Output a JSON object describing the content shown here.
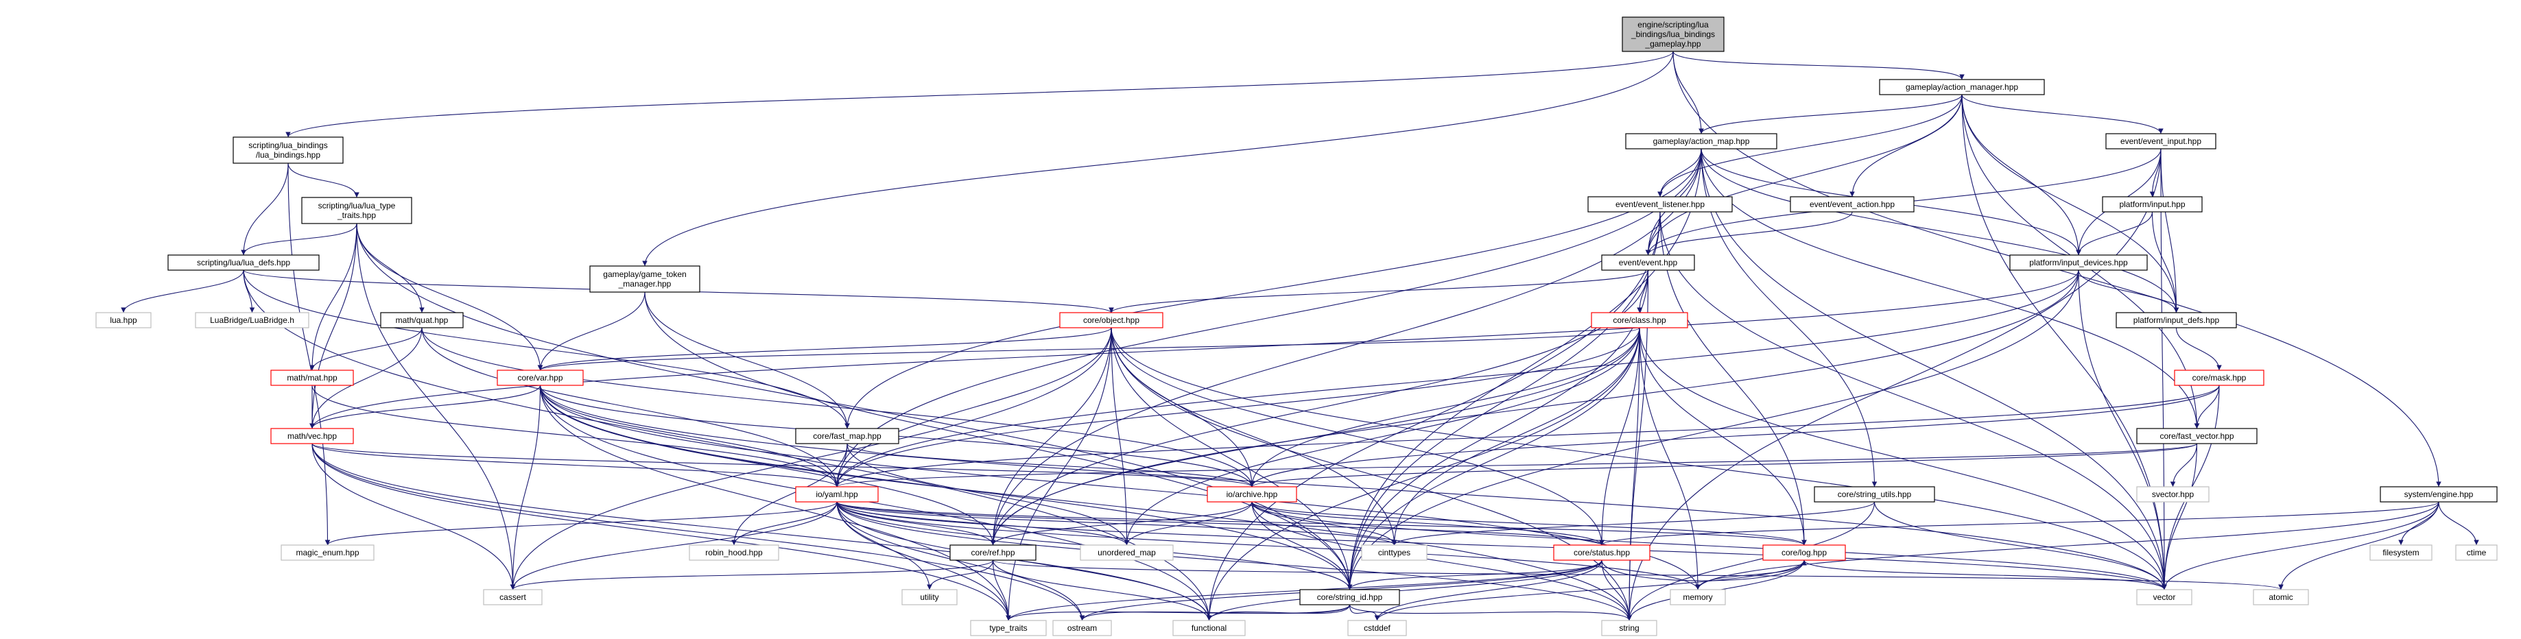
{
  "diagram": {
    "colors": {
      "edge": "#191970",
      "root_fill": "#bfbfbf",
      "box_stroke_normal": "#000000",
      "box_stroke_truncated": "#ff0000",
      "box_stroke_system": "#bfbfbf",
      "text": "#000000"
    },
    "nodes": [
      {
        "id": "root",
        "kind": "root",
        "lines": [
          "engine/scripting/lua",
          "_bindings/lua_bindings",
          "_gameplay.hpp"
        ]
      },
      {
        "id": "lua_bindings",
        "kind": "normal",
        "lines": [
          "scripting/lua_bindings",
          "/lua_bindings.hpp"
        ]
      },
      {
        "id": "game_token",
        "kind": "normal",
        "lines": [
          "gameplay/game_token",
          "_manager.hpp"
        ]
      },
      {
        "id": "action_manager",
        "kind": "normal",
        "lines": [
          "gameplay/action_manager.hpp"
        ]
      },
      {
        "id": "action_map",
        "kind": "normal",
        "lines": [
          "gameplay/action_map.hpp"
        ]
      },
      {
        "id": "event_input",
        "kind": "normal",
        "lines": [
          "event/event_input.hpp"
        ]
      },
      {
        "id": "lua_type_traits",
        "kind": "normal",
        "lines": [
          "scripting/lua/lua_type",
          "_traits.hpp"
        ]
      },
      {
        "id": "lua_defs",
        "kind": "normal",
        "lines": [
          "scripting/lua/lua_defs.hpp"
        ]
      },
      {
        "id": "event_listener",
        "kind": "normal",
        "lines": [
          "event/event_listener.hpp"
        ]
      },
      {
        "id": "event_action",
        "kind": "normal",
        "lines": [
          "event/event_action.hpp"
        ]
      },
      {
        "id": "platform_input",
        "kind": "normal",
        "lines": [
          "platform/input.hpp"
        ]
      },
      {
        "id": "event_event",
        "kind": "normal",
        "lines": [
          "event/event.hpp"
        ]
      },
      {
        "id": "input_devices",
        "kind": "normal",
        "lines": [
          "platform/input_devices.hpp"
        ]
      },
      {
        "id": "input_defs",
        "kind": "normal",
        "lines": [
          "platform/input_defs.hpp"
        ]
      },
      {
        "id": "lua_hpp",
        "kind": "system",
        "lines": [
          "lua.hpp"
        ]
      },
      {
        "id": "luabridge",
        "kind": "system",
        "lines": [
          "LuaBridge/LuaBridge.h"
        ]
      },
      {
        "id": "math_quat",
        "kind": "normal",
        "lines": [
          "math/quat.hpp"
        ]
      },
      {
        "id": "core_object",
        "kind": "truncated",
        "lines": [
          "core/object.hpp"
        ]
      },
      {
        "id": "core_class",
        "kind": "truncated",
        "lines": [
          "core/class.hpp"
        ]
      },
      {
        "id": "core_var",
        "kind": "truncated",
        "lines": [
          "core/var.hpp"
        ]
      },
      {
        "id": "math_mat",
        "kind": "truncated",
        "lines": [
          "math/mat.hpp"
        ]
      },
      {
        "id": "core_mask",
        "kind": "truncated",
        "lines": [
          "core/mask.hpp"
        ]
      },
      {
        "id": "math_vec",
        "kind": "truncated",
        "lines": [
          "math/vec.hpp"
        ]
      },
      {
        "id": "fast_map",
        "kind": "normal",
        "lines": [
          "core/fast_map.hpp"
        ]
      },
      {
        "id": "fast_vector",
        "kind": "normal",
        "lines": [
          "core/fast_vector.hpp"
        ]
      },
      {
        "id": "io_yaml",
        "kind": "truncated",
        "lines": [
          "io/yaml.hpp"
        ]
      },
      {
        "id": "io_archive",
        "kind": "truncated",
        "lines": [
          "io/archive.hpp"
        ]
      },
      {
        "id": "string_utils",
        "kind": "normal",
        "lines": [
          "core/string_utils.hpp"
        ]
      },
      {
        "id": "system_engine",
        "kind": "normal",
        "lines": [
          "system/engine.hpp"
        ]
      },
      {
        "id": "svector",
        "kind": "system",
        "lines": [
          "svector.hpp"
        ]
      },
      {
        "id": "filesystem",
        "kind": "system",
        "lines": [
          "filesystem"
        ]
      },
      {
        "id": "ctime",
        "kind": "system",
        "lines": [
          "ctime"
        ]
      },
      {
        "id": "magic_enum",
        "kind": "system",
        "lines": [
          "magic_enum.hpp"
        ]
      },
      {
        "id": "robin_hood",
        "kind": "system",
        "lines": [
          "robin_hood.hpp"
        ]
      },
      {
        "id": "unordered_map",
        "kind": "system",
        "lines": [
          "unordered_map"
        ]
      },
      {
        "id": "cinttypes",
        "kind": "system",
        "lines": [
          "cinttypes"
        ]
      },
      {
        "id": "core_status",
        "kind": "truncated",
        "lines": [
          "core/status.hpp"
        ]
      },
      {
        "id": "core_log",
        "kind": "truncated",
        "lines": [
          "core/log.hpp"
        ]
      },
      {
        "id": "core_ref",
        "kind": "normal",
        "lines": [
          "core/ref.hpp"
        ]
      },
      {
        "id": "cassert",
        "kind": "system",
        "lines": [
          "cassert"
        ]
      },
      {
        "id": "utility",
        "kind": "system",
        "lines": [
          "utility"
        ]
      },
      {
        "id": "memory",
        "kind": "system",
        "lines": [
          "memory"
        ]
      },
      {
        "id": "vector",
        "kind": "system",
        "lines": [
          "vector"
        ]
      },
      {
        "id": "atomic",
        "kind": "system",
        "lines": [
          "atomic"
        ]
      },
      {
        "id": "string_id",
        "kind": "normal",
        "lines": [
          "core/string_id.hpp"
        ]
      },
      {
        "id": "type_traits",
        "kind": "system",
        "lines": [
          "type_traits"
        ]
      },
      {
        "id": "ostream",
        "kind": "system",
        "lines": [
          "ostream"
        ]
      },
      {
        "id": "functional",
        "kind": "system",
        "lines": [
          "functional"
        ]
      },
      {
        "id": "cstddef",
        "kind": "system",
        "lines": [
          "cstddef"
        ]
      },
      {
        "id": "string",
        "kind": "system",
        "lines": [
          "string"
        ]
      }
    ],
    "edges": [
      [
        "root",
        "lua_bindings"
      ],
      [
        "root",
        "game_token"
      ],
      [
        "root",
        "action_map"
      ],
      [
        "root",
        "action_manager"
      ],
      [
        "root",
        "system_engine"
      ],
      [
        "lua_bindings",
        "lua_type_traits"
      ],
      [
        "lua_bindings",
        "lua_defs"
      ],
      [
        "lua_bindings",
        "magic_enum"
      ],
      [
        "lua_type_traits",
        "lua_defs"
      ],
      [
        "lua_type_traits",
        "math_quat"
      ],
      [
        "lua_type_traits",
        "core_var"
      ],
      [
        "lua_type_traits",
        "math_mat"
      ],
      [
        "lua_type_traits",
        "math_vec"
      ],
      [
        "lua_type_traits",
        "cassert"
      ],
      [
        "lua_type_traits",
        "string_id"
      ],
      [
        "lua_defs",
        "lua_hpp"
      ],
      [
        "lua_defs",
        "luabridge"
      ],
      [
        "lua_defs",
        "core_object"
      ],
      [
        "lua_defs",
        "fast_map"
      ],
      [
        "lua_defs",
        "functional"
      ],
      [
        "math_quat",
        "math_mat"
      ],
      [
        "math_quat",
        "math_vec"
      ],
      [
        "math_quat",
        "io_yaml"
      ],
      [
        "math_quat",
        "io_archive"
      ],
      [
        "math_mat",
        "math_vec"
      ],
      [
        "math_mat",
        "io_yaml"
      ],
      [
        "math_vec",
        "io_yaml"
      ],
      [
        "math_vec",
        "io_archive"
      ],
      [
        "math_vec",
        "cassert"
      ],
      [
        "math_vec",
        "type_traits"
      ],
      [
        "math_vec",
        "functional"
      ],
      [
        "math_vec",
        "ostream"
      ],
      [
        "game_token",
        "core_var"
      ],
      [
        "game_token",
        "fast_map"
      ],
      [
        "game_token",
        "string_id"
      ],
      [
        "action_manager",
        "action_map"
      ],
      [
        "action_manager",
        "event_input"
      ],
      [
        "action_manager",
        "event_listener"
      ],
      [
        "action_manager",
        "event_action"
      ],
      [
        "action_manager",
        "event_event"
      ],
      [
        "action_manager",
        "input_devices"
      ],
      [
        "action_manager",
        "input_defs"
      ],
      [
        "action_manager",
        "fast_vector"
      ],
      [
        "action_manager",
        "vector"
      ],
      [
        "action_map",
        "event_listener"
      ],
      [
        "action_map",
        "event_event"
      ],
      [
        "action_map",
        "input_devices"
      ],
      [
        "action_map",
        "input_defs"
      ],
      [
        "action_map",
        "io_yaml"
      ],
      [
        "action_map",
        "fast_map"
      ],
      [
        "action_map",
        "core_ref"
      ],
      [
        "action_map",
        "string_id"
      ],
      [
        "action_map",
        "string_utils"
      ],
      [
        "action_map",
        "vector"
      ],
      [
        "action_map",
        "fast_vector"
      ],
      [
        "event_input",
        "event_event"
      ],
      [
        "event_input",
        "platform_input"
      ],
      [
        "event_input",
        "input_devices"
      ],
      [
        "event_input",
        "input_defs"
      ],
      [
        "event_input",
        "vector"
      ],
      [
        "event_input",
        "string"
      ],
      [
        "event_listener",
        "event_event"
      ],
      [
        "event_listener",
        "core_log"
      ],
      [
        "event_listener",
        "string_id"
      ],
      [
        "event_listener",
        "functional"
      ],
      [
        "event_listener",
        "vector"
      ],
      [
        "event_action",
        "event_event"
      ],
      [
        "platform_input",
        "input_devices"
      ],
      [
        "platform_input",
        "input_defs"
      ],
      [
        "input_devices",
        "input_defs"
      ],
      [
        "input_devices",
        "math_vec"
      ],
      [
        "input_devices",
        "core_ref"
      ],
      [
        "input_devices",
        "vector"
      ],
      [
        "input_devices",
        "string_id"
      ],
      [
        "input_devices",
        "io_yaml"
      ],
      [
        "input_defs",
        "core_mask"
      ],
      [
        "event_event",
        "core_object"
      ],
      [
        "event_event",
        "core_class"
      ],
      [
        "event_event",
        "string_id"
      ],
      [
        "event_event",
        "core_ref"
      ],
      [
        "event_event",
        "string"
      ],
      [
        "core_object",
        "core_var"
      ],
      [
        "core_object",
        "io_yaml"
      ],
      [
        "core_object",
        "io_archive"
      ],
      [
        "core_object",
        "core_ref"
      ],
      [
        "core_object",
        "core_status"
      ],
      [
        "core_object",
        "string_id"
      ],
      [
        "core_object",
        "unordered_map"
      ],
      [
        "core_object",
        "cinttypes"
      ],
      [
        "core_object",
        "type_traits"
      ],
      [
        "core_object",
        "string"
      ],
      [
        "core_object",
        "cassert"
      ],
      [
        "core_object",
        "vector"
      ],
      [
        "core_class",
        "core_var"
      ],
      [
        "core_class",
        "io_yaml"
      ],
      [
        "core_class",
        "io_archive"
      ],
      [
        "core_class",
        "core_ref"
      ],
      [
        "core_class",
        "core_status"
      ],
      [
        "core_class",
        "core_log"
      ],
      [
        "core_class",
        "string_id"
      ],
      [
        "core_class",
        "unordered_map"
      ],
      [
        "core_class",
        "cinttypes"
      ],
      [
        "core_class",
        "memory"
      ],
      [
        "core_class",
        "vector"
      ],
      [
        "core_class",
        "string"
      ],
      [
        "core_class",
        "functional"
      ],
      [
        "core_var",
        "math_vec"
      ],
      [
        "core_var",
        "io_yaml"
      ],
      [
        "core_var",
        "io_archive"
      ],
      [
        "core_var",
        "core_ref"
      ],
      [
        "core_var",
        "string_id"
      ],
      [
        "core_var",
        "type_traits"
      ],
      [
        "core_var",
        "cassert"
      ],
      [
        "core_var",
        "memory"
      ],
      [
        "core_var",
        "string"
      ],
      [
        "core_var",
        "vector"
      ],
      [
        "core_var",
        "functional"
      ],
      [
        "core_mask",
        "fast_vector"
      ],
      [
        "core_mask",
        "io_yaml"
      ],
      [
        "core_mask",
        "io_archive"
      ],
      [
        "core_mask",
        "vector"
      ],
      [
        "fast_map",
        "robin_hood"
      ],
      [
        "fast_map",
        "io_yaml"
      ],
      [
        "fast_map",
        "io_archive"
      ],
      [
        "fast_map",
        "unordered_map"
      ],
      [
        "fast_vector",
        "svector"
      ],
      [
        "fast_vector",
        "io_yaml"
      ],
      [
        "fast_vector",
        "io_archive"
      ],
      [
        "fast_vector",
        "vector"
      ],
      [
        "io_yaml",
        "magic_enum"
      ],
      [
        "io_yaml",
        "robin_hood"
      ],
      [
        "io_yaml",
        "unordered_map"
      ],
      [
        "io_yaml",
        "cinttypes"
      ],
      [
        "io_yaml",
        "core_ref"
      ],
      [
        "io_yaml",
        "core_status"
      ],
      [
        "io_yaml",
        "core_log"
      ],
      [
        "io_yaml",
        "string_id"
      ],
      [
        "io_yaml",
        "utility"
      ],
      [
        "io_yaml",
        "memory"
      ],
      [
        "io_yaml",
        "vector"
      ],
      [
        "io_yaml",
        "cassert"
      ],
      [
        "io_yaml",
        "type_traits"
      ],
      [
        "io_yaml",
        "functional"
      ],
      [
        "io_yaml",
        "ostream"
      ],
      [
        "io_yaml",
        "string"
      ],
      [
        "io_archive",
        "core_ref"
      ],
      [
        "io_archive",
        "core_status"
      ],
      [
        "io_archive",
        "core_log"
      ],
      [
        "io_archive",
        "string_id"
      ],
      [
        "io_archive",
        "unordered_map"
      ],
      [
        "io_archive",
        "cinttypes"
      ],
      [
        "io_archive",
        "vector"
      ],
      [
        "io_archive",
        "string"
      ],
      [
        "string_utils",
        "string"
      ],
      [
        "string_utils",
        "vector"
      ],
      [
        "string_utils",
        "cinttypes"
      ],
      [
        "system_engine",
        "filesystem"
      ],
      [
        "system_engine",
        "ctime"
      ],
      [
        "system_engine",
        "atomic"
      ],
      [
        "system_engine",
        "vector"
      ],
      [
        "system_engine",
        "memory"
      ],
      [
        "system_engine",
        "core_status"
      ],
      [
        "core_status",
        "core_log"
      ],
      [
        "core_status",
        "string_id"
      ],
      [
        "core_status",
        "string"
      ],
      [
        "core_status",
        "type_traits"
      ],
      [
        "core_status",
        "cstddef"
      ],
      [
        "core_status",
        "functional"
      ],
      [
        "core_status",
        "ostream"
      ],
      [
        "core_log",
        "string"
      ],
      [
        "core_log",
        "memory"
      ],
      [
        "core_log",
        "vector"
      ],
      [
        "core_log",
        "cstddef"
      ],
      [
        "core_ref",
        "cassert"
      ],
      [
        "core_ref",
        "utility"
      ],
      [
        "core_ref",
        "type_traits"
      ],
      [
        "core_ref",
        "atomic"
      ],
      [
        "core_ref",
        "functional"
      ],
      [
        "string_id",
        "type_traits"
      ],
      [
        "string_id",
        "ostream"
      ],
      [
        "string_id",
        "functional"
      ],
      [
        "string_id",
        "cstddef"
      ],
      [
        "string_id",
        "string"
      ]
    ]
  }
}
